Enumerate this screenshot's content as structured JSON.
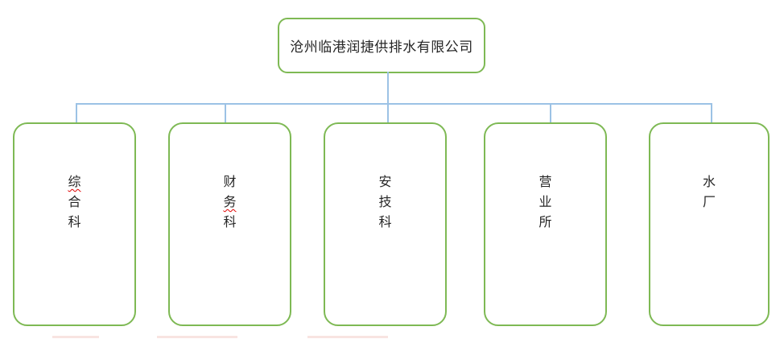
{
  "colors": {
    "node_border": "#7EB954",
    "connector": "#9CC2E5",
    "text": "#262626",
    "spellcheck_underline": "#E00000",
    "bleed_mark": "#F2CDC8"
  },
  "org_chart": {
    "root": {
      "label": "沧州临港润捷供排水有限公司"
    },
    "departments": [
      {
        "label": "综合科",
        "misspelled_char_index": 0
      },
      {
        "label": "财务科",
        "misspelled_char_index": 1
      },
      {
        "label": "安技科",
        "misspelled_char_index": -1
      },
      {
        "label": "营业所",
        "misspelled_char_index": -1
      },
      {
        "label": "水厂",
        "misspelled_char_index": -1
      }
    ]
  }
}
